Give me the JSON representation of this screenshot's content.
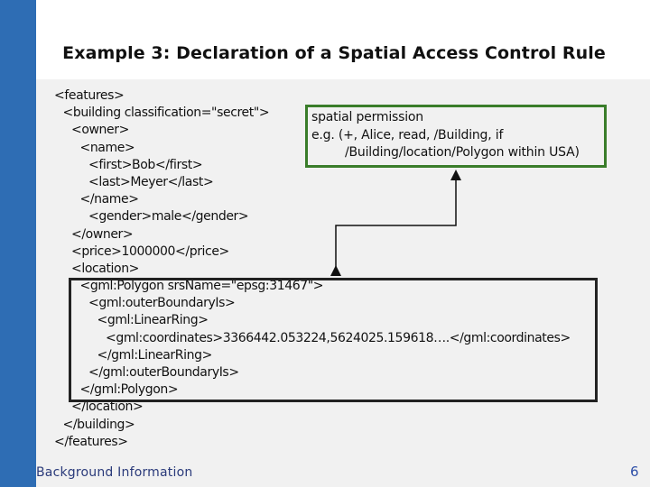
{
  "slide": {
    "title": "Example 3: Declaration of a Spatial Access Control Rule",
    "footer": "Background Information",
    "page_number": "6"
  },
  "code_lines": [
    {
      "indent": 0,
      "text": "<features>"
    },
    {
      "indent": 1,
      "text": "<building classification=\"secret\">"
    },
    {
      "indent": 2,
      "text": "<owner>"
    },
    {
      "indent": 3,
      "text": "<name>"
    },
    {
      "indent": 4,
      "text": "<first>Bob</first>"
    },
    {
      "indent": 4,
      "text": "<last>Meyer</last>"
    },
    {
      "indent": 3,
      "text": "</name>"
    },
    {
      "indent": 4,
      "text": "<gender>male</gender>"
    },
    {
      "indent": 2,
      "text": "</owner>"
    },
    {
      "indent": 2,
      "text": "<price>1000000</price>"
    },
    {
      "indent": 2,
      "text": "<location>"
    },
    {
      "indent": 3,
      "text": "<gml:Polygon srsName=\"epsg:31467\">"
    },
    {
      "indent": 4,
      "text": "<gml:outerBoundaryIs>"
    },
    {
      "indent": 5,
      "text": "<gml:LinearRing>"
    },
    {
      "indent": 6,
      "text": "<gml:coordinates>3366442.053224,5624025.159618….</gml:coordinates>"
    },
    {
      "indent": 5,
      "text": "</gml:LinearRing>"
    },
    {
      "indent": 4,
      "text": "</gml:outerBoundaryIs>"
    },
    {
      "indent": 3,
      "text": "</gml:Polygon>"
    },
    {
      "indent": 2,
      "text": "</location>"
    },
    {
      "indent": 1,
      "text": "</building>"
    },
    {
      "indent": 0,
      "text": "</features>"
    }
  ],
  "permission_note": {
    "keyword": "spatial",
    "line1_rest": " permission",
    "line2": "e.g. (+, Alice, read, /Building, if",
    "line3_path": "/Building/location/Polygon ",
    "line3_keyword": "within",
    "line3_rest": " USA)"
  },
  "colors": {
    "sidebar": "#2e6db4",
    "green_box": "#3a7d2a",
    "black_box": "#222222",
    "background": "#f1f1f1"
  }
}
